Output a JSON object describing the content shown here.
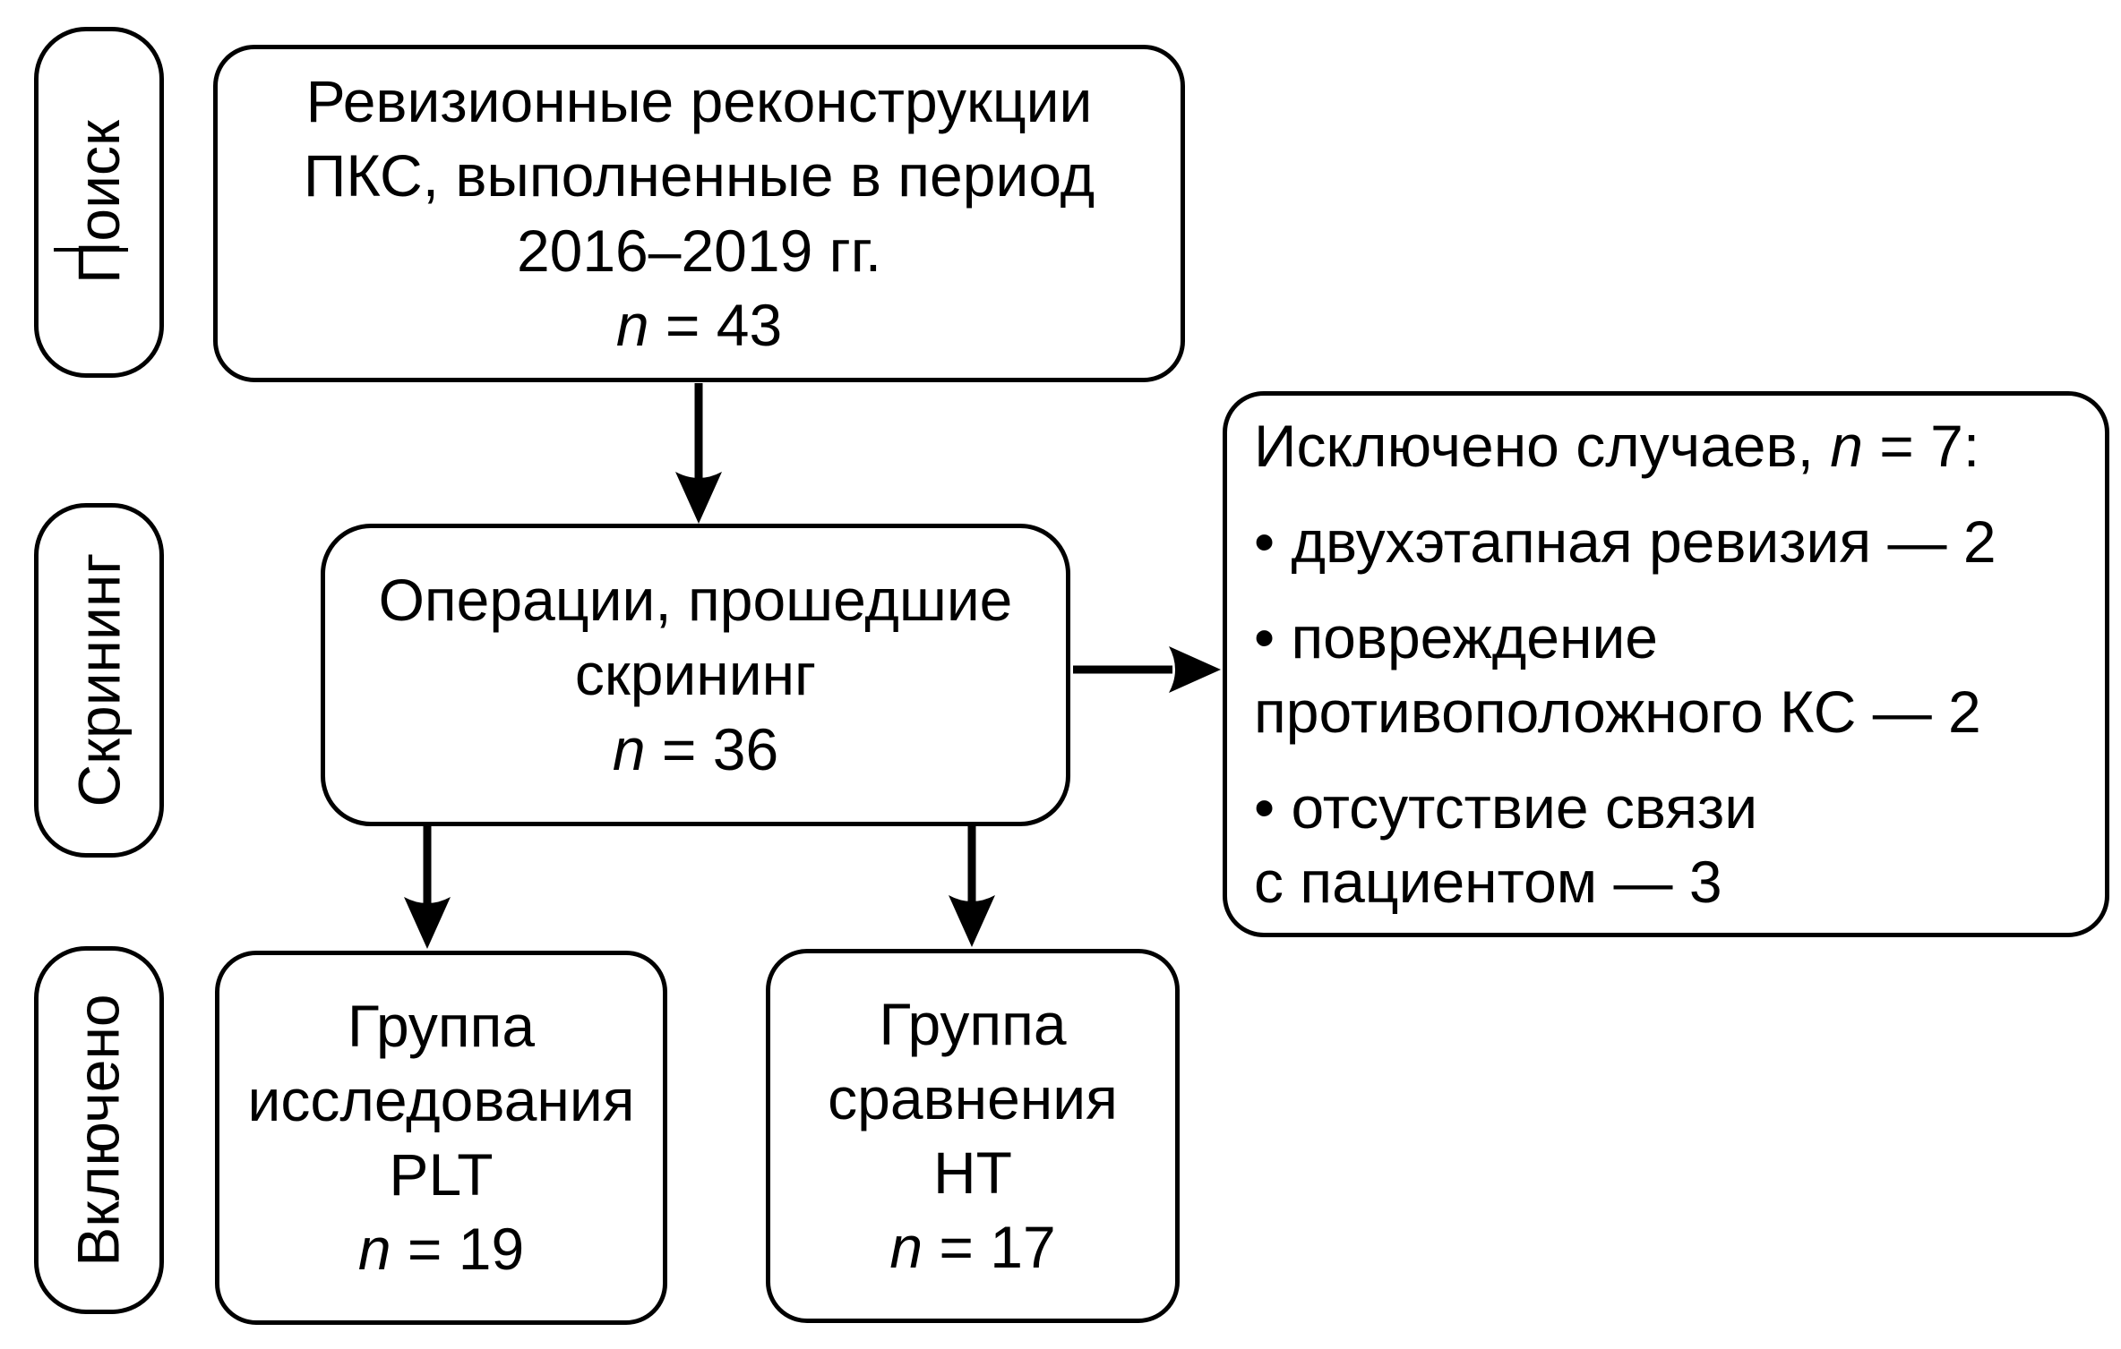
{
  "figure": {
    "type": "study-flow-diagram",
    "language": "ru"
  },
  "colors": {
    "ink": "#000000",
    "background": "#ffffff"
  },
  "stages": [
    {
      "id": "search",
      "label": "Поиск"
    },
    {
      "id": "screening",
      "label": "Скрининг"
    },
    {
      "id": "included",
      "label": "Включено"
    }
  ],
  "boxes": {
    "initial": {
      "lines": [
        "Ревизионные реконструкции",
        "ПКС, выполненные в период",
        "2016–2019 гг."
      ],
      "n_var": "n",
      "n_eq": " = 43"
    },
    "screened": {
      "lines": [
        "Операции, прошедшие",
        "скрининг"
      ],
      "n_var": "n",
      "n_eq": " = 36"
    },
    "excluded": {
      "title_prefix": "Исключено случаев, ",
      "title_var": "n",
      "title_suffix": " = 7:",
      "items": [
        {
          "text": "• двухэтапная ревизия — 2"
        },
        {
          "text": "• повреждение"
        },
        {
          "text": "противоположного КС — 2"
        },
        {
          "text": "• отсутствие связи"
        },
        {
          "text": "с пациентом — 3"
        }
      ]
    },
    "group_plt": {
      "lines": [
        "Группа",
        "исследования",
        "PLT"
      ],
      "n_var": "n",
      "n_eq": " = 19"
    },
    "group_ht": {
      "lines": [
        "Группа",
        "сравнения",
        "HT"
      ],
      "n_var": "n",
      "n_eq": " = 17"
    }
  }
}
